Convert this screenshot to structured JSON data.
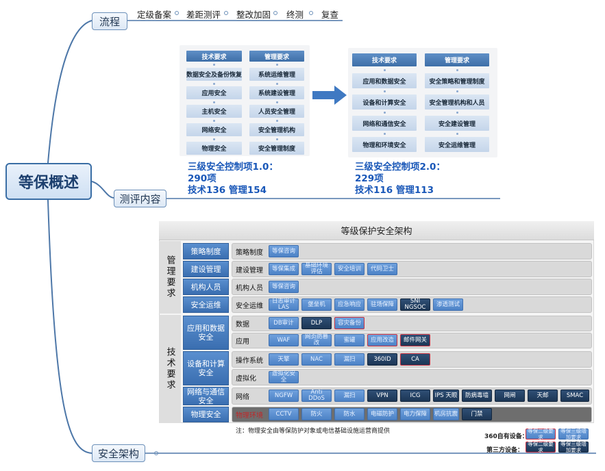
{
  "root": "等保概述",
  "branches": {
    "process": "流程",
    "content": "测评内容",
    "architecture": "安全架构"
  },
  "process_steps": [
    "定级备案",
    "差距测评",
    "整改加固",
    "终测",
    "复查"
  ],
  "v1": {
    "tech_header": "技术要求",
    "mgmt_header": "管理要求",
    "tech": [
      "数据安全及备份恢复",
      "应用安全",
      "主机安全",
      "网络安全",
      "物理安全"
    ],
    "mgmt": [
      "系统运维管理",
      "系统建设管理",
      "人员安全管理",
      "安全管理机构",
      "安全管理制度"
    ],
    "line1": "三级安全控制项1.0：",
    "line2": "290项",
    "line3": "技术136 管理154"
  },
  "v2": {
    "tech_header": "技术要求",
    "mgmt_header": "管理要求",
    "tech": [
      "应用和数据安全",
      "设备和计算安全",
      "网络和通信安全",
      "物理和环境安全"
    ],
    "mgmt": [
      "安全策略和管理制度",
      "安全管理机构和人员",
      "安全建设管理",
      "安全运维管理"
    ],
    "line1": "三级安全控制项2.0：",
    "line2": "229项",
    "line3": "技术116 管理113"
  },
  "arch": {
    "title": "等级保护安全架构",
    "group_mgmt": "管理要求",
    "group_tech": "技术要求",
    "mgmt_rows": [
      {
        "cat": "策略制度",
        "label": "策略制度",
        "chips": [
          {
            "t": "等保咨询",
            "s": "light"
          }
        ]
      },
      {
        "cat": "建设管理",
        "label": "建设管理",
        "chips": [
          {
            "t": "等保集成",
            "s": "light"
          },
          {
            "t": "基础环境评估",
            "s": "light"
          },
          {
            "t": "安全培训",
            "s": "light"
          },
          {
            "t": "代码卫士",
            "s": "light"
          }
        ]
      },
      {
        "cat": "机构人员",
        "label": "机构人员",
        "chips": [
          {
            "t": "等保咨询",
            "s": "light"
          }
        ]
      },
      {
        "cat": "安全运维",
        "label": "安全运维",
        "chips": [
          {
            "t": "日志审计LAS",
            "s": "light"
          },
          {
            "t": "堡垒机",
            "s": "light"
          },
          {
            "t": "应急响应",
            "s": "light"
          },
          {
            "t": "驻场保障",
            "s": "light"
          },
          {
            "t": "SNI NGSOC",
            "s": "dark"
          },
          {
            "t": "渗透测试",
            "s": "light"
          }
        ]
      }
    ],
    "tech_cats": [
      "应用和数据安全",
      "设备和计算安全",
      "网络与通信安全",
      "物理安全"
    ],
    "tech_rows": [
      {
        "label": "数据",
        "chips": [
          {
            "t": "DB审计",
            "s": "light"
          },
          {
            "t": "DLP",
            "s": "dark"
          },
          {
            "t": "容灾备份",
            "s": "light-red"
          }
        ]
      },
      {
        "label": "应用",
        "chips": [
          {
            "t": "WAF",
            "s": "light"
          },
          {
            "t": "网页防篡改",
            "s": "light"
          },
          {
            "t": "蜜罐",
            "s": "light"
          },
          {
            "t": "应用改造",
            "s": "light-red"
          },
          {
            "t": "邮件网关",
            "s": "dark-red"
          }
        ]
      },
      {
        "label": "操作系统",
        "chips": [
          {
            "t": "天擎",
            "s": "light"
          },
          {
            "t": "NAC",
            "s": "light"
          },
          {
            "t": "漏扫",
            "s": "light"
          },
          {
            "t": "360ID",
            "s": "dark"
          },
          {
            "t": "CA",
            "s": "dark-red"
          }
        ]
      },
      {
        "label": "虚拟化",
        "chips": [
          {
            "t": "虚拟化安全",
            "s": "light"
          }
        ]
      },
      {
        "label": "网络",
        "chips": [
          {
            "t": "NGFW",
            "s": "light"
          },
          {
            "t": "Anti DDoS",
            "s": "light"
          },
          {
            "t": "漏扫",
            "s": "light"
          },
          {
            "t": "VPN",
            "s": "dark"
          },
          {
            "t": "ICG",
            "s": "dark"
          },
          {
            "t": "IPS 天眼",
            "s": "dark"
          },
          {
            "t": "防病毒墙",
            "s": "dark"
          },
          {
            "t": "网闸",
            "s": "dark"
          },
          {
            "t": "天邮",
            "s": "dark"
          },
          {
            "t": "SMAC",
            "s": "dark"
          }
        ]
      },
      {
        "label": "物理环境",
        "chips": [
          {
            "t": "CCTV",
            "s": "light"
          },
          {
            "t": "防火",
            "s": "light"
          },
          {
            "t": "防水",
            "s": "light"
          },
          {
            "t": "电磁防护",
            "s": "light"
          },
          {
            "t": "电力保障",
            "s": "light"
          },
          {
            "t": "机房抗震",
            "s": "light"
          },
          {
            "t": "门禁",
            "s": "dark"
          }
        ]
      }
    ],
    "note": "注：物理安全由等保防护对象或电信基础设施运营商提供",
    "legend": [
      {
        "label": "360自有设备：",
        "a": "等保二级要求",
        "b": "等保三级增加要求"
      },
      {
        "label": "第三方设备：",
        "a": "等保二级要求",
        "b": "等保三级增加要求"
      }
    ]
  }
}
